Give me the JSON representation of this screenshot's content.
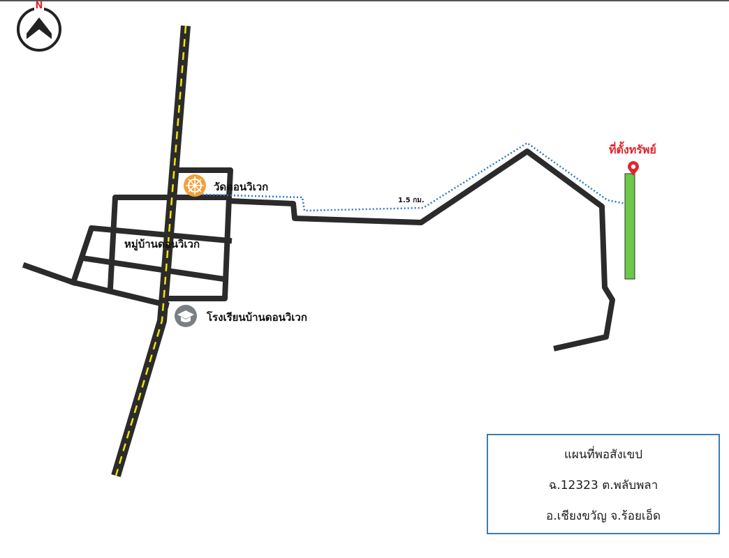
{
  "compass": {
    "north_label": "N"
  },
  "labels": {
    "temple": "วัดดอนวิเวก",
    "village": "หมู่บ้านดอนวิเวก",
    "school": "โรงเรียนบ้านดอนวิเวก",
    "distance": "1.5 กม.",
    "property": "ที่ตั้งทรัพย์"
  },
  "legend": {
    "title": "แผนที่พอสังเขป",
    "line2": "ฉ.12323 ต.พลับพลา",
    "line3": "อ.เชียงขวัญ จ.ร้อยเอ็ด"
  },
  "colors": {
    "road": "#2b2b2b",
    "highway_dash": "#f2e500",
    "route": "#2a78c8",
    "property_plot": "#6bc84a",
    "marker": "#e0262d",
    "temple_icon": "#f0a13a",
    "school_icon": "#7a7f86",
    "legend_border": "#3a7bb4"
  },
  "icons": [
    "north-arrow-icon",
    "temple-wheel-icon",
    "school-cap-icon",
    "map-pin-icon"
  ]
}
